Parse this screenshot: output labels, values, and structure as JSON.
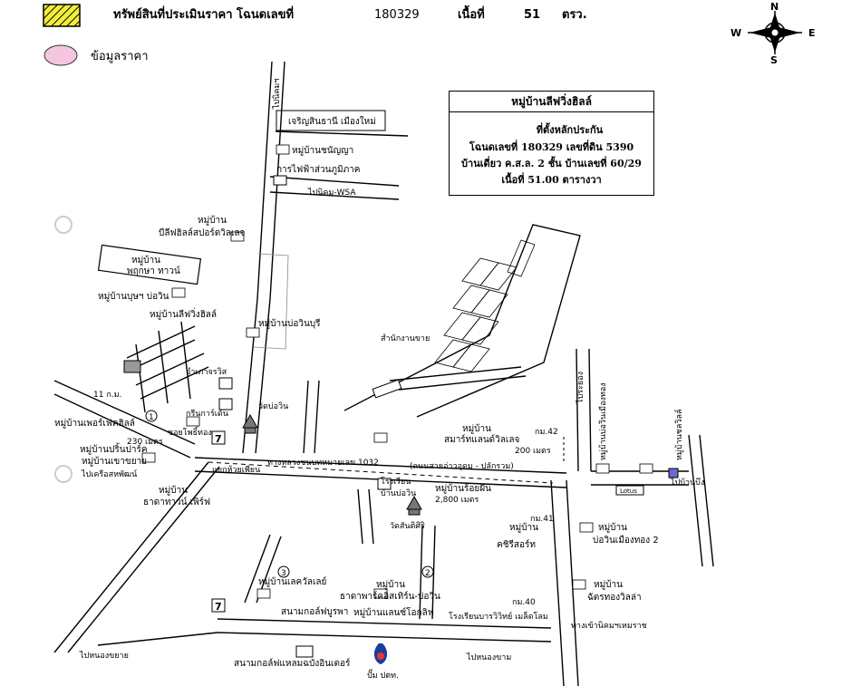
{
  "header": {
    "legend_parcel": "ทรัพย์สินที่ประเมินราคา โฉนดเลขที่",
    "deed_no": "180329",
    "area_label": "เนื้อที่",
    "area_value": "51",
    "area_unit": "ตรว.",
    "legend_price": "ข้อมูลราคา",
    "parcel_color": "#f2ee3a",
    "price_color": "#f4c6e0"
  },
  "compass": {
    "n": "N",
    "s": "S",
    "e": "E",
    "w": "W"
  },
  "infobox": {
    "title": "หมู่บ้านลีฟวิ่งฮิลล์",
    "marker_label": "ที่ตั้งหลักประกัน",
    "line1": "โฉนดเลขที่ 180329 เลขที่ดิน 5390",
    "line2": "บ้านเดี่ยว ค.ส.ล. 2 ชั้น บ้านเลขที่ 60/29",
    "line3": "เนื้อที่ 51.00 ตารางวา"
  },
  "labels": {
    "road_top": "ไปนิคมฯ",
    "charoen": "เจริญสินธานี เมืองใหม่",
    "chaiyaphruek": "หมู่บ้านชนัญญา",
    "pea": "การไฟฟ้าส่วนภูมิภาค",
    "to_wsa": "ไปนิคม-WSA",
    "bg_estate_1": "หมู่บ้าน",
    "bg_estate_2": "บีลีฟฮิลล์สปอร์ตวิลเลจ",
    "pruksa_1": "หมู่บ้าน",
    "pruksa_2": "พฤกษา ทาวน์",
    "buatvin": "หมู่บ้านบุษฯ บ่อวิน",
    "living_hill": "หมู่บ้านลีฟวิ่งฮิลล์",
    "bowin_buri": "หมู่บ้านบ่อวินบุรี",
    "sawang": "อำเภาจรวิส",
    "green_garden": "กรีนการ์เด้น",
    "wat_bowin": "วัดบ่อวิน",
    "perfect_hill": "หมู่บ้านเพอร์เฟคฮิลล์",
    "dist_11km": "11 ก.ม.",
    "dist_230": "230 เมตร",
    "soi_chaopraya": "ซอยโพธิ์ทอง",
    "pristine": "หมู่บ้านปริ้นปาร์ค",
    "khao_kha": "หมู่บ้านเขาขยาย",
    "to_pattaya": "ไปเครือสหพัฒน์",
    "yaek": "แยกห้วยเพียน",
    "thara_1": "หมู่บ้าน",
    "thara_2": "ธาดาทาวน์ เพิร์ฟ",
    "route_1032": "ทางหลวงชนบทหมายเลข 1032",
    "route_1032_b": "(ถนนสายอ่าวอุดม - ปลักรวม)",
    "to_rayong": "ไประยอง",
    "office_sale": "สำนักงานขาย",
    "smart_1": "หมู่บ้าน",
    "smart_2": "สมาร์ทแลนด์วิลเลจ",
    "km42": "กม.42",
    "m200": "200 เมตร",
    "school_1": "โรงเรียน",
    "school_2": "บ้านบ่อวิน",
    "roi_fun_1": "หมู่บ้านร้อยฝัน",
    "roi_fun_2": "2,800 เมตร",
    "wat_santi": "วัดสันติศิริ",
    "km41": "กม.41",
    "charisma_1": "หมู่บ้าน",
    "charisma_2": "คชิรีสอร์ท",
    "bowin_mueang_1": "หมู่บ้าน",
    "bowin_mueang_2": "บ่อวินเมืองทอง 2",
    "suksom_1": "หมู่บ้าน",
    "suksom_2": "ฉัตรทองวิลล่า",
    "km40": "กม.40",
    "school_bowin": "โรงเรียนบารวิวิทย์ เมล็ดโลม",
    "to_saha": "ทางเข้านิคมฯเหมราช",
    "to_nongkham": "ไปหนองขาม",
    "lake_valley": "หมู่บ้านเลควัลเลย์",
    "thara_park_1": "หมู่บ้าน",
    "thara_park_2": "ธาดาพาร์คอิสเทิร์น-บ่อวิน",
    "golf1": "สนามกอล์ฟบูรพา",
    "golf_village": "หมู่บ้านแลนซ์โอกลิฟ",
    "golf2": "สนามกอล์ฟแหลมฉบังอินเตอร์",
    "ptt": "ปั๊ม ปตท.",
    "to_nongkha": "ไปหนองขยาย",
    "tesco": "Lotus",
    "bowin_thong": "หมู่บ้านบ่อวินเมืองทอง",
    "nonthawan": "หมู่บ้านชลวิลล์",
    "to_ban_bung": "ไปบ้านบึง",
    "circle1": "1",
    "circle2": "2",
    "circle3": "3",
    "seven": "7"
  }
}
